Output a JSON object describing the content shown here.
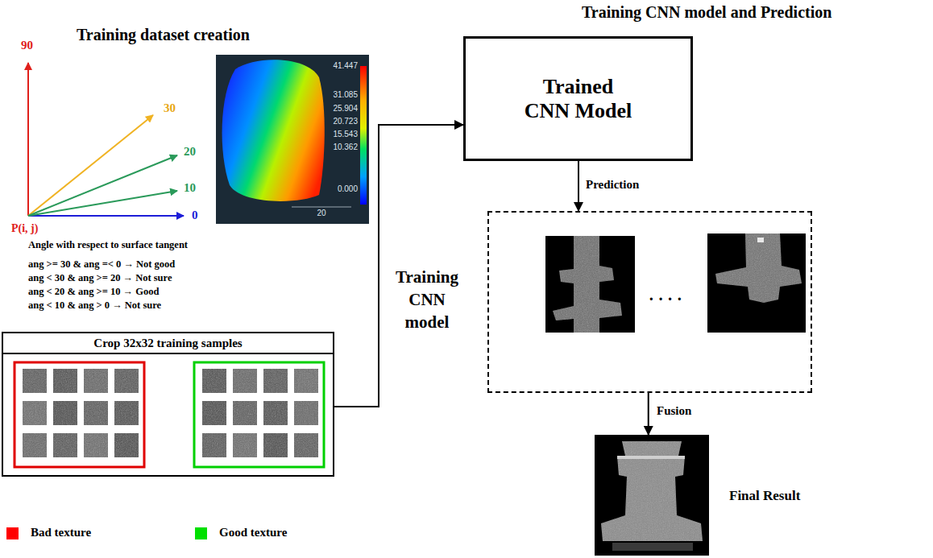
{
  "diagram": {
    "nodes": [
      {
        "text": [
          "Crop 32x32 training samples"
        ]
      },
      {
        "text": [
          "Trained CNN Model"
        ]
      },
      {
        "text": [
          "· · · ·"
        ]
      },
      {
        "text": [
          "Final Result"
        ]
      }
    ],
    "edges": [
      {
        "from": 0,
        "to": 1,
        "arrow": "to",
        "label": "Training CNN model"
      },
      {
        "from": 1,
        "to": 2,
        "arrow": "to",
        "label": "Prediction"
      },
      {
        "from": 2,
        "to": 3,
        "arrow": "to",
        "label": "Fusion"
      }
    ],
    "labels": [
      "Training dataset creation",
      "Training CNN model and Prediction",
      "90",
      "30",
      "20",
      "10",
      "0",
      "P(i, j)",
      "41.447",
      "31.085",
      "25.904",
      "20.723",
      "15.543",
      "10.362",
      "0.000",
      "20",
      "Angle with respect to surface tangent",
      "ang >= 30 & ang =< 0 → Not good",
      "ang < 30 & ang >= 20 → Not sure",
      "ang < 20 & ang >= 10 → Good",
      "ang < 10 & ang > 0 → Not sure"
    ],
    "legend": [
      {
        "text": "Bad texture",
        "color": "#ff0000"
      },
      {
        "text": "Good texture",
        "color": "#00e000"
      }
    ]
  }
}
